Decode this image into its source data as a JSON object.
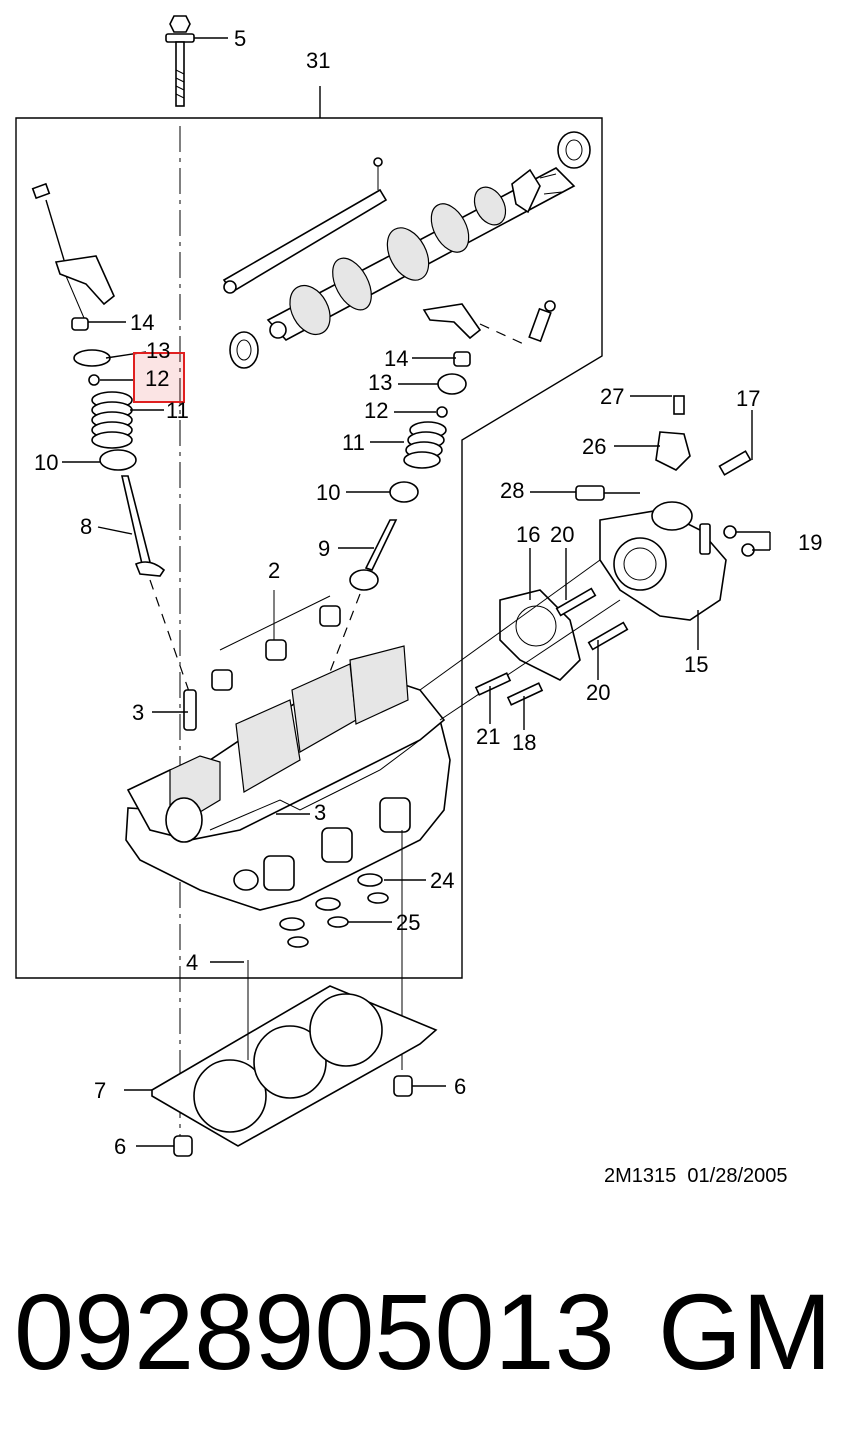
{
  "diagram": {
    "callouts": {
      "c1": "5",
      "c2": "31",
      "c3": "14",
      "c4": "13",
      "c5": "12",
      "c6": "11",
      "c7": "10",
      "c8": "8",
      "c9": "14",
      "c10": "13",
      "c11": "12",
      "c12": "11",
      "c13": "10",
      "c14": "9",
      "c15": "27",
      "c16": "17",
      "c17": "26",
      "c18": "28",
      "c19": "16",
      "c20": "20",
      "c21": "19",
      "c22": "2",
      "c23": "3",
      "c24": "15",
      "c25": "20",
      "c26": "21",
      "c27": "18",
      "c28": "3",
      "c29": "24",
      "c30": "25",
      "c31": "4",
      "c32": "7",
      "c33": "6",
      "c34": "6"
    },
    "highlight_color": "#e02020",
    "stamp": "2M1315  01/28/2005"
  },
  "footer": {
    "part_number": "0928905013",
    "brand": "GM"
  }
}
